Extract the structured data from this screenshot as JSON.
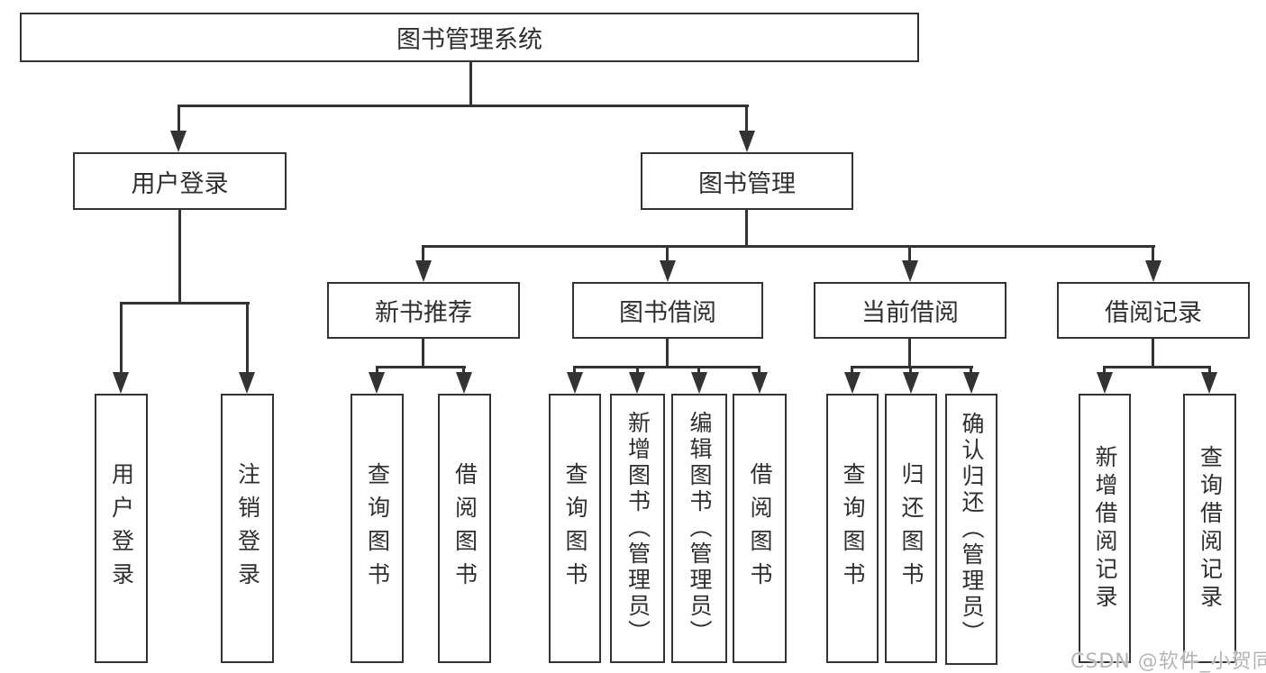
{
  "colors": {
    "line": "#333333",
    "text": "#2f2f2f",
    "background": "#ffffff",
    "watermark": "#b5b5b5"
  },
  "watermark": {
    "text": "CSDN @软件_小贺同学"
  },
  "tree": {
    "label": "图书管理系统",
    "children": [
      {
        "label": "用户登录",
        "children": [
          {
            "label": "用户登录"
          },
          {
            "label": "注销登录"
          }
        ]
      },
      {
        "label": "图书管理",
        "children": [
          {
            "label": "新书推荐",
            "children": [
              {
                "label": "查询图书"
              },
              {
                "label": "借阅图书"
              }
            ]
          },
          {
            "label": "图书借阅",
            "children": [
              {
                "label": "查询图书"
              },
              {
                "label": "新增图书（管理员）"
              },
              {
                "label": "编辑图书（管理员）"
              },
              {
                "label": "借阅图书"
              }
            ]
          },
          {
            "label": "当前借阅",
            "children": [
              {
                "label": "查询图书"
              },
              {
                "label": "归还图书"
              },
              {
                "label": "确认归还（管理员）"
              }
            ]
          },
          {
            "label": "借阅记录",
            "children": [
              {
                "label": "新增借阅记录"
              },
              {
                "label": "查询借阅记录"
              }
            ]
          }
        ]
      }
    ]
  }
}
